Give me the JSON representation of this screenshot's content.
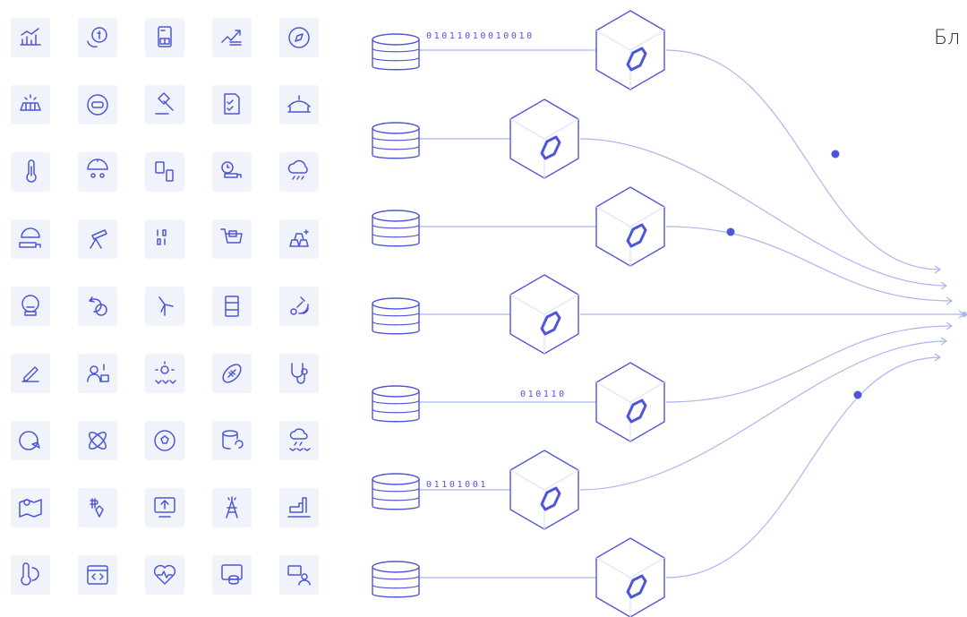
{
  "title": "Бл",
  "colors": {
    "accent": "#4e56d8",
    "line": "#aab6ec",
    "tile_bg": "#f1f3fb"
  },
  "icon_grid": {
    "rows": [
      [
        "chart-growth-icon",
        "coin-exchange-icon",
        "spreadsheet-invoice-icon",
        "coins-growth-icon",
        "compass-icon"
      ],
      [
        "solar-panel-icon",
        "car-service-icon",
        "auction-gavel-icon",
        "checklist-edit-icon",
        "landscape-bridge-icon"
      ],
      [
        "thermometer-icon",
        "group-umbrella-icon",
        "phone-devices-icon",
        "delivery-truck-clock-icon",
        "rain-cloud-icon"
      ],
      [
        "truck-insurance-icon",
        "telescope-icon",
        "binary-user-icon",
        "shopping-cart-box-icon",
        "gold-bars-icon"
      ],
      [
        "basketball-hoop-icon",
        "cashback-icon",
        "wind-turbine-icon",
        "oil-barrel-icon",
        "satellite-icon"
      ],
      [
        "signature-pen-icon",
        "freelancer-money-icon",
        "sun-crops-icon",
        "american-football-icon",
        "stethoscope-icon"
      ],
      [
        "globe-plane-icon",
        "atom-icon",
        "soccer-ball-icon",
        "database-sync-icon",
        "rain-crops-icon"
      ],
      [
        "map-location-icon",
        "crypto-bitcoin-icon",
        "computer-upload-icon",
        "oil-rig-icon",
        "factory-ship-icon"
      ],
      [
        "temperature-weather-icon",
        "code-window-icon",
        "heart-rate-icon",
        "screen-database-icon",
        "id-card-user-icon"
      ]
    ]
  },
  "diagram": {
    "nodes": [
      {
        "database": "database-icon",
        "block": "block-node-icon",
        "bits": "01011010010010"
      },
      {
        "database": "database-icon",
        "block": "block-node-icon",
        "bits": ""
      },
      {
        "database": "database-icon",
        "block": "block-node-icon",
        "bits": ""
      },
      {
        "database": "database-icon",
        "block": "block-node-icon",
        "bits": ""
      },
      {
        "database": "database-icon",
        "block": "block-node-icon",
        "bits": "010110"
      },
      {
        "database": "database-icon",
        "block": "block-node-icon",
        "bits": "01101001"
      },
      {
        "database": "database-icon",
        "block": "block-node-icon",
        "bits": ""
      }
    ]
  }
}
